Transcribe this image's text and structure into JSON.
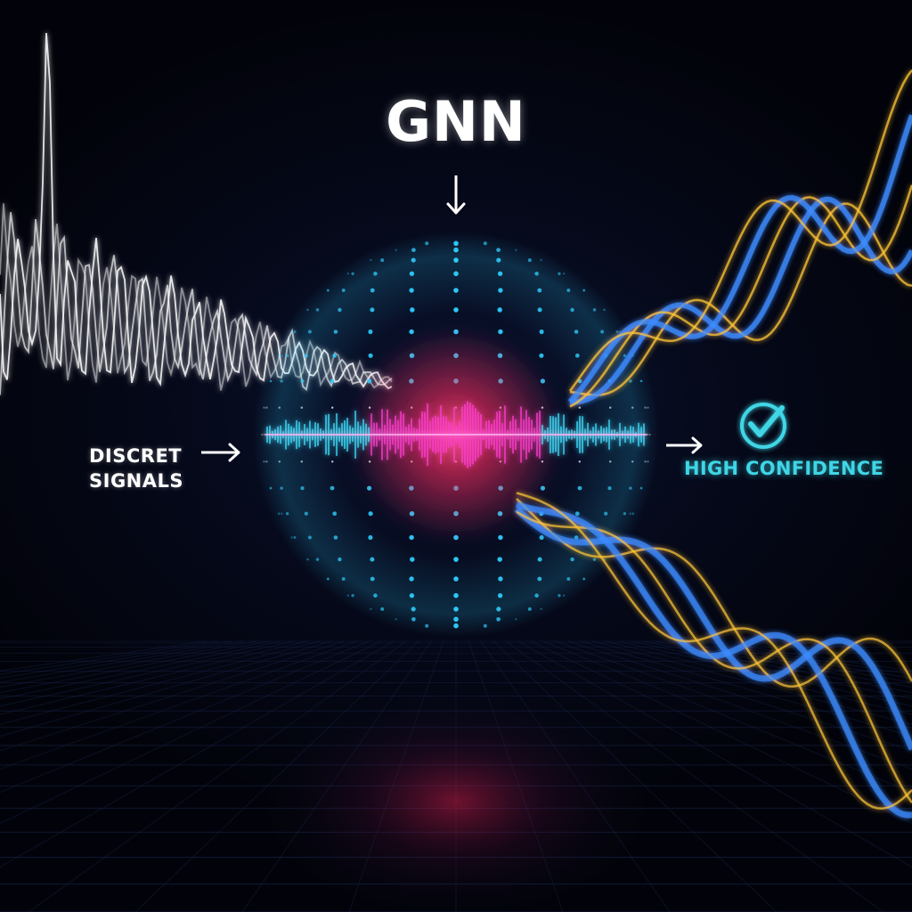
{
  "diagram": {
    "title": "GNN",
    "input_label": [
      "DISCRET",
      "SIGNALS"
    ],
    "output_label": "HIGH CONFIDENCE"
  },
  "icons": {
    "title_arrow": "arrow-down-icon",
    "input_arrow": "arrow-right-icon",
    "output_arrow": "arrow-right-icon",
    "output_badge": "check-circle-icon"
  },
  "colors": {
    "background": "#03040c",
    "sphere_dots": "#2fd0ff",
    "core_glow": "#ff2a5c",
    "signal_white": "#ffffff",
    "signal_cyan": "#3fe0ff",
    "signal_magenta": "#ff3fd0",
    "output_yellow": "#ffc637",
    "output_blue": "#3d8cff",
    "confidence_text": "#3fd6e6",
    "grid_line": "#1b2a55"
  }
}
